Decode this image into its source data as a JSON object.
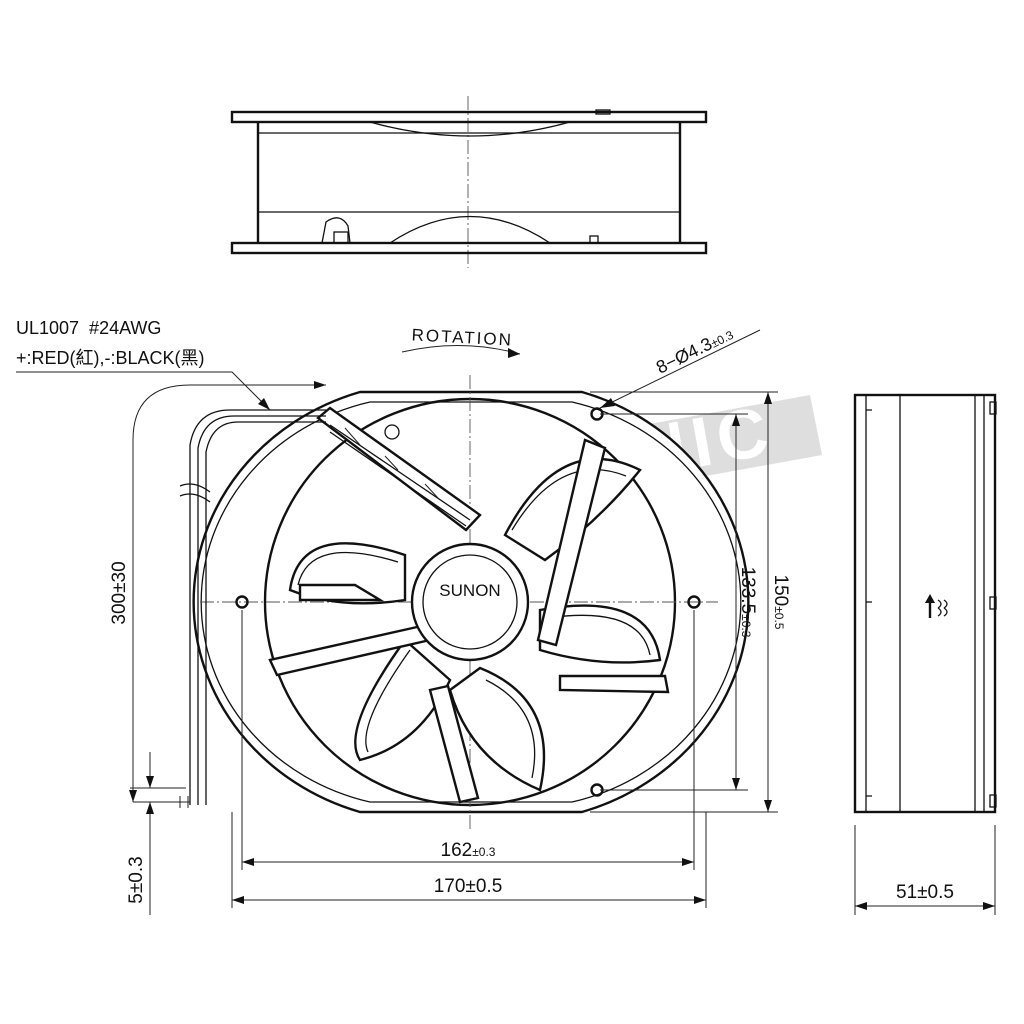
{
  "wire": {
    "spec_line1": "UL1007  #24AWG",
    "spec_line2": "+:RED(紅),-:BLACK(黑)"
  },
  "rotation_label": "ROTATION",
  "mounting_hole": {
    "main": "8−Ø4.3",
    "tol": "±0.3"
  },
  "brand_label": "SUNON",
  "watermark": "ELECTRONIC",
  "dimensions": {
    "lead_length": "300±30",
    "strip_length": "5±0.3",
    "hole_pitch_x": {
      "main": "162",
      "tol": "±0.3"
    },
    "hole_pitch_y": {
      "main": "133.5",
      "tol": "±0.3"
    },
    "height": {
      "main": "150",
      "tol": "±0.5"
    },
    "width": "170±0.5",
    "depth": "51±0.5"
  }
}
